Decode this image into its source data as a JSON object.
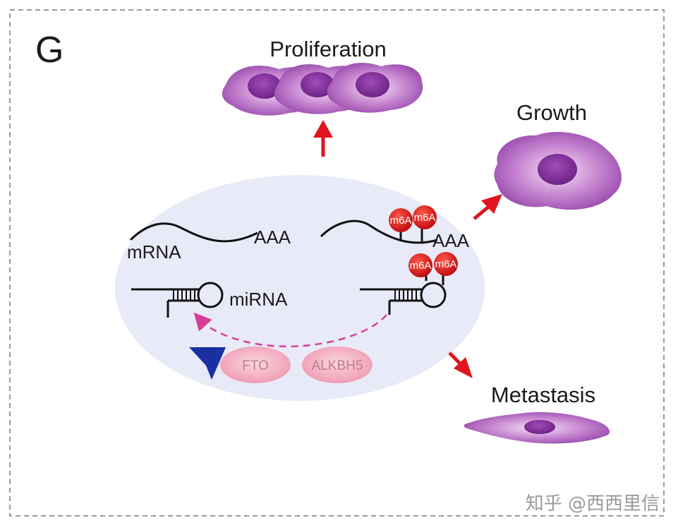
{
  "panel_label": "G",
  "outcomes": {
    "proliferation": "Proliferation",
    "growth": "Growth",
    "metastasis": "Metastasis"
  },
  "rna": {
    "mrna_label": "mRNA",
    "mirna_label": "miRNA",
    "polya": "AAA",
    "m6a_mark": "m6A"
  },
  "enzymes": [
    "FTO",
    "ALKBH5"
  ],
  "watermark": "知乎 @西西里信",
  "colors": {
    "nucleus_fill": "#e9eaf8",
    "cell_purple": "#b060c0",
    "arrow_red": "#e0141c",
    "inhibitor_blue": "#1a2fa0",
    "enzyme_pink": "#f2a7bb",
    "m6a_red": "#e01818",
    "dashed_magenta": "#d63f98"
  },
  "icons": [
    "red-arrow-icon",
    "inhibition-arrowhead-icon",
    "m6a-marker-icon",
    "cell-icon"
  ]
}
